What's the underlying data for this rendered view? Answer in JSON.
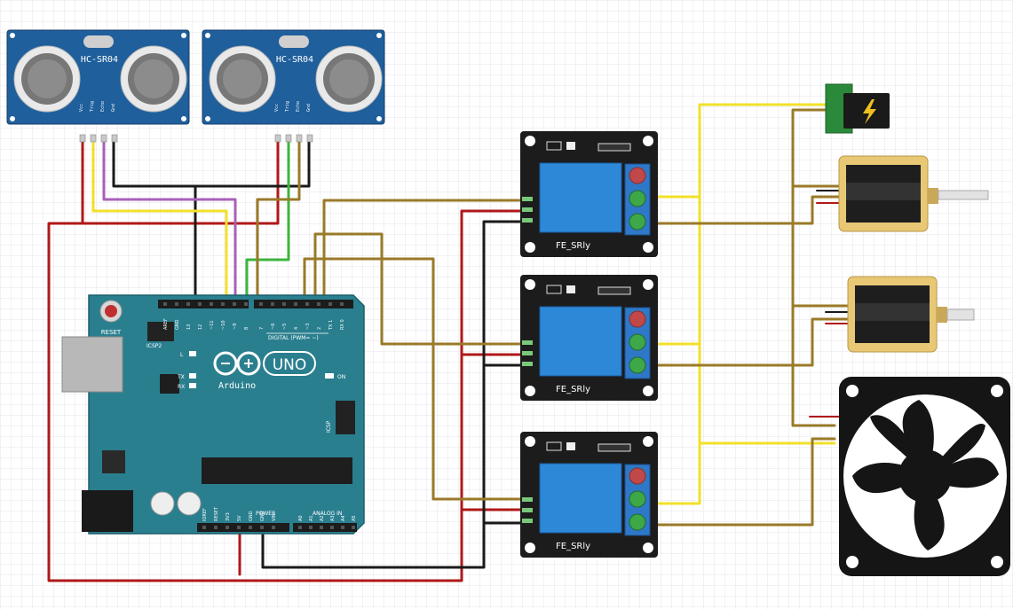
{
  "sensors": [
    {
      "label": "HC-SR04",
      "pins": [
        "Vcc",
        "Trig",
        "Echo",
        "Gnd"
      ]
    },
    {
      "label": "HC-SR04",
      "pins": [
        "Vcc",
        "Trig",
        "Echo",
        "Gnd"
      ]
    }
  ],
  "relays": [
    {
      "label": "FE_SRly"
    },
    {
      "label": "FE_SRly"
    },
    {
      "label": "FE_SRly"
    }
  ],
  "arduino": {
    "brand": "Arduino",
    "model": "UNO",
    "reset_label": "RESET",
    "icsp2_label": "ICSP2",
    "icsp_label": "ICSP",
    "digital_label": "DIGITAL (PWM= ~)",
    "power_label": "POWER",
    "analog_label": "ANALOG IN",
    "on_label": "ON",
    "led_labels": [
      "L",
      "TX",
      "RX"
    ],
    "digital_pins": [
      "AREF",
      "GND",
      "13",
      "12",
      "~11",
      "~10",
      "~9",
      "8",
      "7",
      "~6",
      "~5",
      "4",
      "~3",
      "2",
      "TX 1",
      "RX 0"
    ],
    "power_pins": [
      "IOREF",
      "RESET",
      "3V3",
      "5V",
      "GND",
      "GND",
      "VIN"
    ],
    "analog_pins": [
      "A0",
      "A1",
      "A2",
      "A3",
      "A4",
      "A5"
    ]
  },
  "colors": {
    "wire_red": "#b01818",
    "wire_black": "#1a1a1a",
    "wire_yellow": "#f2e02a",
    "wire_green": "#3db43d",
    "wire_brown": "#9a7a28",
    "wire_purple": "#a860b8",
    "arduino_board": "#2a7f8f",
    "sensor_board": "#1f5f9c",
    "relay_board": "#1c1c1c",
    "relay_cube": "#2e88d8",
    "solenoid_body": "#e8c874",
    "fan_frame": "#151515"
  }
}
